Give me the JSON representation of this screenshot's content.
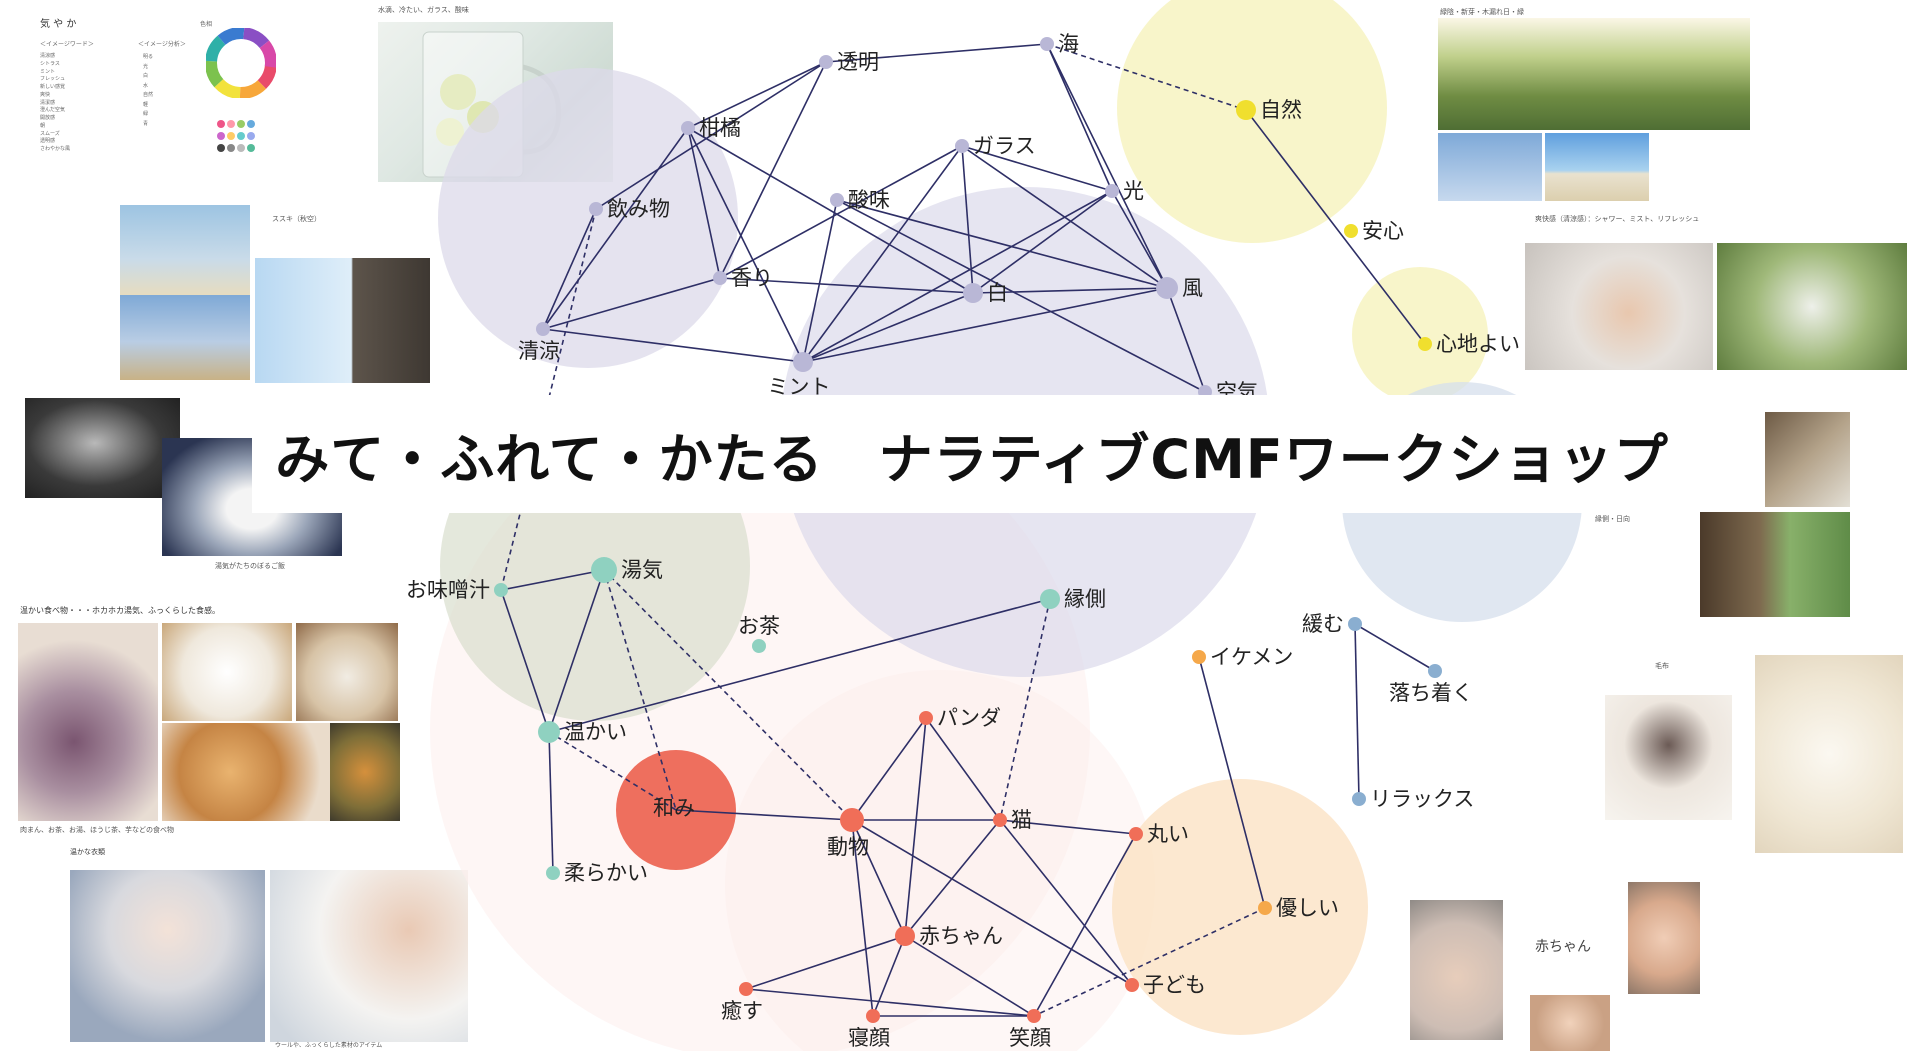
{
  "title": "みて・ふれて・かたる　ナラティブCMFワークショップ",
  "nodes": [
    {
      "id": "touhmei",
      "label": "透明",
      "color": "#b9b7d6"
    },
    {
      "id": "umi",
      "label": "海",
      "color": "#b9b7d6"
    },
    {
      "id": "shizen",
      "label": "自然",
      "color": "#f0df2e"
    },
    {
      "id": "kankitsu",
      "label": "柑橘",
      "color": "#b9b7d6"
    },
    {
      "id": "garasu",
      "label": "ガラス",
      "color": "#b9b7d6"
    },
    {
      "id": "sanmi",
      "label": "酸味",
      "color": "#b9b7d6"
    },
    {
      "id": "hikari",
      "label": "光",
      "color": "#b9b7d6"
    },
    {
      "id": "anshin",
      "label": "安心",
      "color": "#f0df2e"
    },
    {
      "id": "nomimono",
      "label": "飲み物",
      "color": "#b9b7d6"
    },
    {
      "id": "kaori",
      "label": "香り",
      "color": "#b9b7d6"
    },
    {
      "id": "shiro",
      "label": "白",
      "color": "#b9b7d6"
    },
    {
      "id": "kaze",
      "label": "風",
      "color": "#b9b7d6"
    },
    {
      "id": "kokochi",
      "label": "心地よい",
      "color": "#f0df2e"
    },
    {
      "id": "seiryou",
      "label": "清涼",
      "color": "#b9b7d6"
    },
    {
      "id": "minto",
      "label": "ミント",
      "color": "#b9b7d6"
    },
    {
      "id": "kuuki",
      "label": "空気",
      "color": "#b9b7d6"
    },
    {
      "id": "yuge",
      "label": "湯気",
      "color": "#8fd1c0"
    },
    {
      "id": "omiso",
      "label": "お味噌汁",
      "color": "#8fd1c0"
    },
    {
      "id": "ocha",
      "label": "お茶",
      "color": "#8fd1c0"
    },
    {
      "id": "engawa",
      "label": "縁側",
      "color": "#8fd1c0"
    },
    {
      "id": "yurumu",
      "label": "緩む",
      "color": "#8aaed0"
    },
    {
      "id": "ikemen",
      "label": "イケメン",
      "color": "#f5a84a"
    },
    {
      "id": "ochitsuku",
      "label": "落ち着く",
      "color": "#8aaed0"
    },
    {
      "id": "atatakai",
      "label": "温かい",
      "color": "#8fd1c0"
    },
    {
      "id": "panda",
      "label": "パンダ",
      "color": "#f06e58"
    },
    {
      "id": "nagomi",
      "label": "和み",
      "color": "#ee6f5e"
    },
    {
      "id": "doubutsu",
      "label": "動物",
      "color": "#f06e58"
    },
    {
      "id": "neko",
      "label": "猫",
      "color": "#f06e58"
    },
    {
      "id": "marui",
      "label": "丸い",
      "color": "#f06e58"
    },
    {
      "id": "relax",
      "label": "リラックス",
      "color": "#8aaed0"
    },
    {
      "id": "yawarakai",
      "label": "柔らかい",
      "color": "#8fd1c0"
    },
    {
      "id": "yasashii",
      "label": "優しい",
      "color": "#f5a84a"
    },
    {
      "id": "akachan",
      "label": "赤ちゃん",
      "color": "#f06e58"
    },
    {
      "id": "iyasu",
      "label": "癒す",
      "color": "#f06e58"
    },
    {
      "id": "kodomo",
      "label": "子ども",
      "color": "#f06e58"
    },
    {
      "id": "negao",
      "label": "寝顔",
      "color": "#f06e58"
    },
    {
      "id": "egao",
      "label": "笑顔",
      "color": "#f06e58"
    }
  ],
  "edges": [
    [
      "touhmei",
      "umi"
    ],
    [
      "umi",
      "hikari"
    ],
    [
      "umi",
      "kaze"
    ],
    [
      "touhmei",
      "kankitsu"
    ],
    [
      "touhmei",
      "nomimono"
    ],
    [
      "touhmei",
      "kaori"
    ],
    [
      "kankitsu",
      "seiryou"
    ],
    [
      "kankitsu",
      "kaori"
    ],
    [
      "kankitsu",
      "shiro"
    ],
    [
      "kankitsu",
      "minto"
    ],
    [
      "garasu",
      "hikari"
    ],
    [
      "garasu",
      "kaori"
    ],
    [
      "garasu",
      "shiro"
    ],
    [
      "garasu",
      "minto"
    ],
    [
      "garasu",
      "kaze"
    ],
    [
      "sanmi",
      "minto"
    ],
    [
      "sanmi",
      "kaze"
    ],
    [
      "sanmi",
      "kuuki"
    ],
    [
      "nomimono",
      "seiryou"
    ],
    [
      "seiryou",
      "minto"
    ],
    [
      "seiryou",
      "kaori"
    ],
    [
      "hikari",
      "shiro"
    ],
    [
      "hikari",
      "minto"
    ],
    [
      "hikari",
      "kaze"
    ],
    [
      "kaori",
      "shiro"
    ],
    [
      "shiro",
      "kaze"
    ],
    [
      "shiro",
      "minto"
    ],
    [
      "minto",
      "kaze"
    ],
    [
      "kaze",
      "kuuki"
    ],
    [
      "shizen",
      "kokochi"
    ],
    [
      "yuge",
      "omiso"
    ],
    [
      "yuge",
      "atatakai"
    ],
    [
      "omiso",
      "atatakai"
    ],
    [
      "atatakai",
      "engawa"
    ],
    [
      "atatakai",
      "yawarakai"
    ],
    [
      "nagomi",
      "doubutsu"
    ],
    [
      "doubutsu",
      "panda"
    ],
    [
      "doubutsu",
      "neko"
    ],
    [
      "doubutsu",
      "akachan"
    ],
    [
      "doubutsu",
      "negao"
    ],
    [
      "panda",
      "neko"
    ],
    [
      "panda",
      "akachan"
    ],
    [
      "neko",
      "marui"
    ],
    [
      "neko",
      "akachan"
    ],
    [
      "neko",
      "kodomo"
    ],
    [
      "akachan",
      "iyasu"
    ],
    [
      "akachan",
      "negao"
    ],
    [
      "akachan",
      "egao"
    ],
    [
      "iyasu",
      "egao"
    ],
    [
      "marui",
      "egao"
    ],
    [
      "egao",
      "negao"
    ],
    [
      "kodomo",
      "doubutsu"
    ],
    [
      "yurumu",
      "relax"
    ],
    [
      "yurumu",
      "ochitsuku"
    ],
    [
      "ikemen",
      "yasashii"
    ]
  ],
  "dashed_edges": [
    [
      "umi",
      "shizen"
    ],
    [
      "nomimono",
      "omiso"
    ],
    [
      "atatakai",
      "nagomi"
    ],
    [
      "yuge",
      "nagomi"
    ],
    [
      "yuge",
      "doubutsu"
    ],
    [
      "engawa",
      "neko"
    ],
    [
      "yasashii",
      "egao"
    ]
  ],
  "panels": {
    "top_left_heading": "気 や か",
    "top_left_sub_a": "＜イメージワード＞",
    "top_left_sub_b": "＜イメージ分析＞",
    "top_left_col_a": "清涼感\nシトラス\nミント\nフレッシュ\n新しい感覚\n爽快\n清潔感\n澄んだ空気\n開放感\n朝\nスムーズ\n透明感\nさわやかな風",
    "top_left_col_b": "明る\n光\n白\n水\n自然\n軽\n緑\n青",
    "top_left_col_c": "色相",
    "glass_caption": "水滴、冷たい、ガラス、酸味",
    "sky_caption": "ススキ（秋空）",
    "steam_caption": "湯気がたちのぼるご飯",
    "food_caption": "温かい食べ物・・・ホカホカ湯気、ふっくらした食感。",
    "food_sub": "肉まん、お茶、お湯、ほうじ茶、芋などの食べ物",
    "knit_caption": "温かな衣類",
    "knit_sub": "ウールや、ふっくらした素材のアイテム",
    "forest_caption": "緑陰・新芽・木漏れ日・緑",
    "shower_caption": "爽快感（清涼感）：シャワー、ミスト、リフレッシュ",
    "engawa_caption": "縁側・日向",
    "blanket_caption": "毛布",
    "baby_caption": "赤ちゃん"
  }
}
